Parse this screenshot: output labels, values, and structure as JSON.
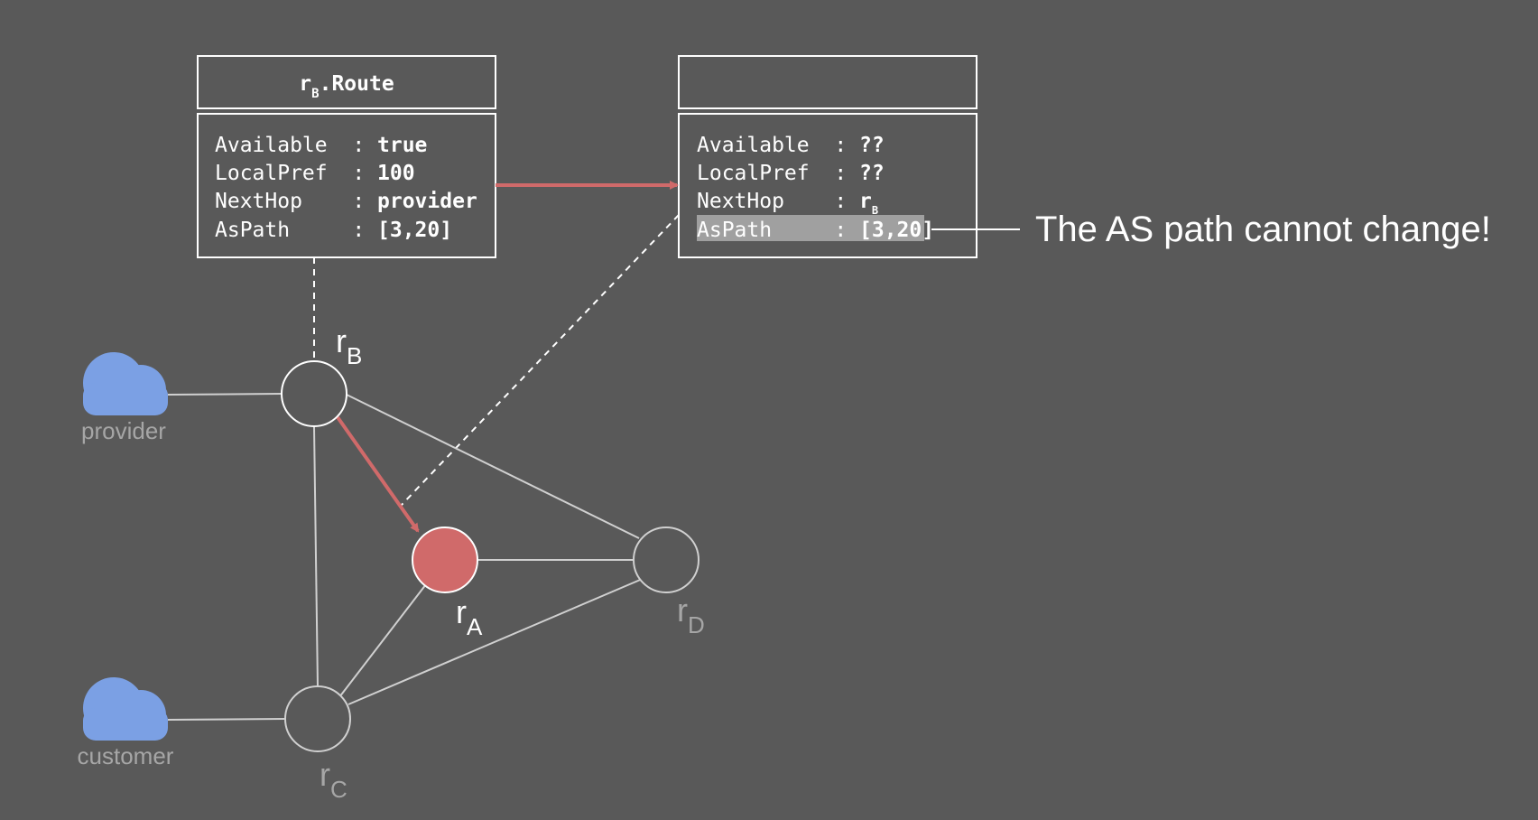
{
  "colors": {
    "background": "#595959",
    "accent": "#d06a6a",
    "cloud": "#7ba0e4",
    "line": "#d0d0d0",
    "muted_text": "#a6a6a6",
    "highlight": "#a0a0a0"
  },
  "left_table": {
    "title_main": "r",
    "title_sub": "B",
    "title_rest": ".Route",
    "rows": [
      {
        "key": "Available  : ",
        "value": "true"
      },
      {
        "key": "LocalPref  : ",
        "value": "100"
      },
      {
        "key": "NextHop    : ",
        "value": "provider"
      },
      {
        "key": "AsPath     : ",
        "value": "[3,20]"
      }
    ]
  },
  "right_table": {
    "title": "",
    "rows": [
      {
        "key": "Available  : ",
        "value": "??"
      },
      {
        "key": "LocalPref  : ",
        "value": "??"
      },
      {
        "key": "NextHop    : ",
        "value": "r",
        "value_sub": "B"
      },
      {
        "key": "AsPath     : ",
        "value": "[3,20]"
      }
    ]
  },
  "annotation": "The AS path cannot change!",
  "nodes": {
    "rB": {
      "main": "r",
      "sub": "B"
    },
    "rA": {
      "main": "r",
      "sub": "A"
    },
    "rC": {
      "main": "r",
      "sub": "C"
    },
    "rD": {
      "main": "r",
      "sub": "D"
    }
  },
  "clouds": {
    "provider": "provider",
    "customer": "customer"
  }
}
